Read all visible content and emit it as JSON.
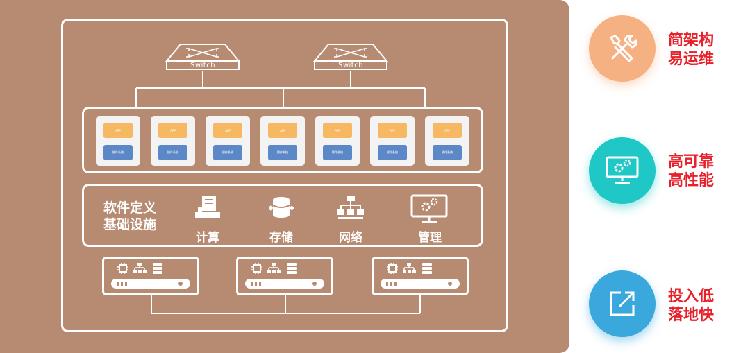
{
  "diagram": {
    "switches": [
      {
        "label": "Switch"
      },
      {
        "label": "Switch"
      }
    ],
    "vms": [
      {
        "app": "APP",
        "os": "操作系统"
      },
      {
        "app": "APP",
        "os": "操作系统"
      },
      {
        "app": "APP",
        "os": "操作系统"
      },
      {
        "app": "APP",
        "os": "操作系统"
      },
      {
        "app": "APP",
        "os": "操作系统"
      },
      {
        "app": "APP",
        "os": "操作系统"
      },
      {
        "app": "APP",
        "os": "操作系统"
      }
    ],
    "sdi": {
      "title_line1": "软件定义",
      "title_line2": "基础设施",
      "items": [
        {
          "label": "计算",
          "icon": "server-stack-icon"
        },
        {
          "label": "存储",
          "icon": "storage-icon"
        },
        {
          "label": "网络",
          "icon": "network-icon"
        },
        {
          "label": "管理",
          "icon": "monitor-gear-icon"
        }
      ]
    },
    "server_count": 3
  },
  "features": [
    {
      "line1": "简架构",
      "line2": "易运维",
      "icon": "tools-icon",
      "color": "#f6b183"
    },
    {
      "line1": "高可靠",
      "line2": "高性能",
      "icon": "monitor-gear-icon",
      "color": "#1fc7c7"
    },
    {
      "line1": "投入低",
      "line2": "落地快",
      "icon": "external-link-icon",
      "color": "#3aa7dd"
    }
  ],
  "colors": {
    "panel": "#b78a72",
    "app_block": "#f7b863",
    "os_block": "#5d88c7",
    "feature_text": "#e8202a"
  }
}
